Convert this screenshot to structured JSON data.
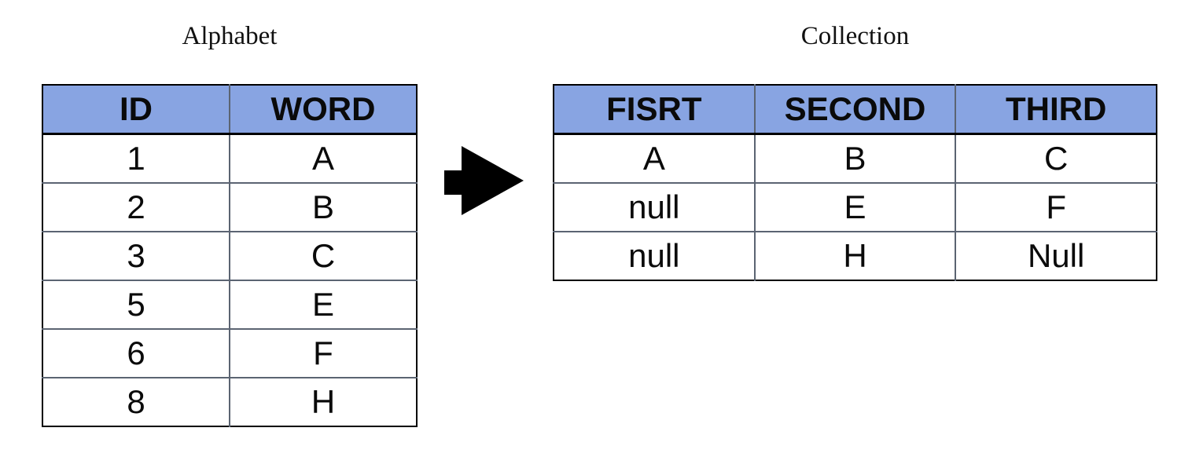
{
  "alphabet": {
    "title": "Alphabet",
    "headers": [
      "ID",
      "WORD"
    ],
    "rows": [
      [
        "1",
        "A"
      ],
      [
        "2",
        "B"
      ],
      [
        "3",
        "C"
      ],
      [
        "5",
        "E"
      ],
      [
        "6",
        "F"
      ],
      [
        "8",
        "H"
      ]
    ]
  },
  "collection": {
    "title": "Collection",
    "headers": [
      "FISRT",
      "SECOND",
      "THIRD"
    ],
    "rows": [
      [
        "A",
        "B",
        "C"
      ],
      [
        "null",
        "E",
        "F"
      ],
      [
        "null",
        "H",
        "Null"
      ]
    ]
  },
  "arrow": {
    "icon": "right-block-arrow"
  },
  "colors": {
    "header_bg": "#88a4e2",
    "inner_border": "#5b6472",
    "outer_border": "#000000",
    "text": "#0a0a0a"
  }
}
